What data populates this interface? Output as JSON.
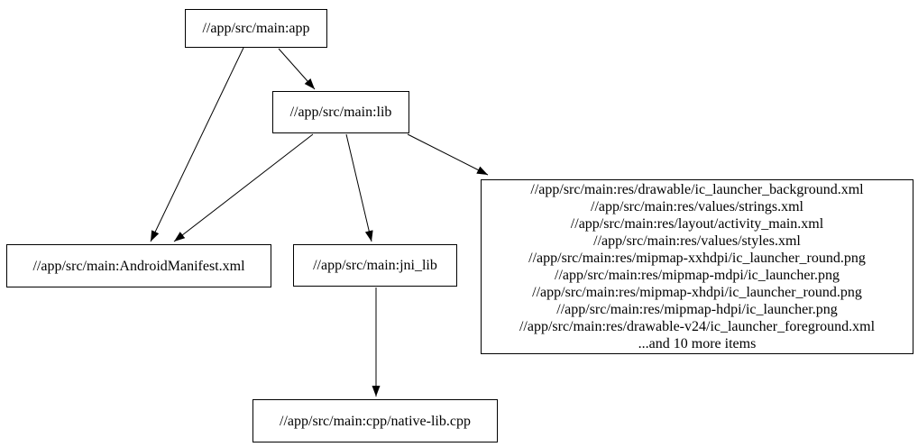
{
  "diagram": {
    "type": "dependency-graph",
    "background_color": "#ffffff",
    "node_border_color": "#000000",
    "edge_color": "#000000",
    "text_color": "#000000",
    "nodes": {
      "app": {
        "label": "//app/src/main:app"
      },
      "lib": {
        "label": "//app/src/main:lib"
      },
      "manifest": {
        "label": "//app/src/main:AndroidManifest.xml"
      },
      "jni_lib": {
        "label": "//app/src/main:jni_lib"
      },
      "res": {
        "lines": [
          "//app/src/main:res/drawable/ic_launcher_background.xml",
          "//app/src/main:res/values/strings.xml",
          "//app/src/main:res/layout/activity_main.xml",
          "//app/src/main:res/values/styles.xml",
          "//app/src/main:res/mipmap-xxhdpi/ic_launcher_round.png",
          "//app/src/main:res/mipmap-mdpi/ic_launcher.png",
          "//app/src/main:res/mipmap-xhdpi/ic_launcher_round.png",
          "//app/src/main:res/mipmap-hdpi/ic_launcher.png",
          "//app/src/main:res/drawable-v24/ic_launcher_foreground.xml",
          "...and 10 more items"
        ]
      },
      "cpp": {
        "label": "//app/src/main:cpp/native-lib.cpp"
      }
    },
    "edges": [
      {
        "from": "app",
        "to": "lib"
      },
      {
        "from": "app",
        "to": "manifest"
      },
      {
        "from": "lib",
        "to": "manifest"
      },
      {
        "from": "lib",
        "to": "jni_lib"
      },
      {
        "from": "lib",
        "to": "res"
      },
      {
        "from": "jni_lib",
        "to": "cpp"
      }
    ]
  }
}
